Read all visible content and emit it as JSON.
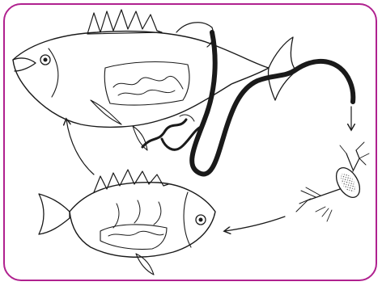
{
  "figure": {
    "description_free": true,
    "frame_color": "#b0218f",
    "ink_color": "#1a1a1a",
    "icons": [
      "large-fish-host-illustration",
      "tapeworm-strobila-illustration",
      "copepod-intermediate-host-illustration",
      "small-fish-intermediate-host-illustration",
      "lifecycle-arrow"
    ]
  }
}
